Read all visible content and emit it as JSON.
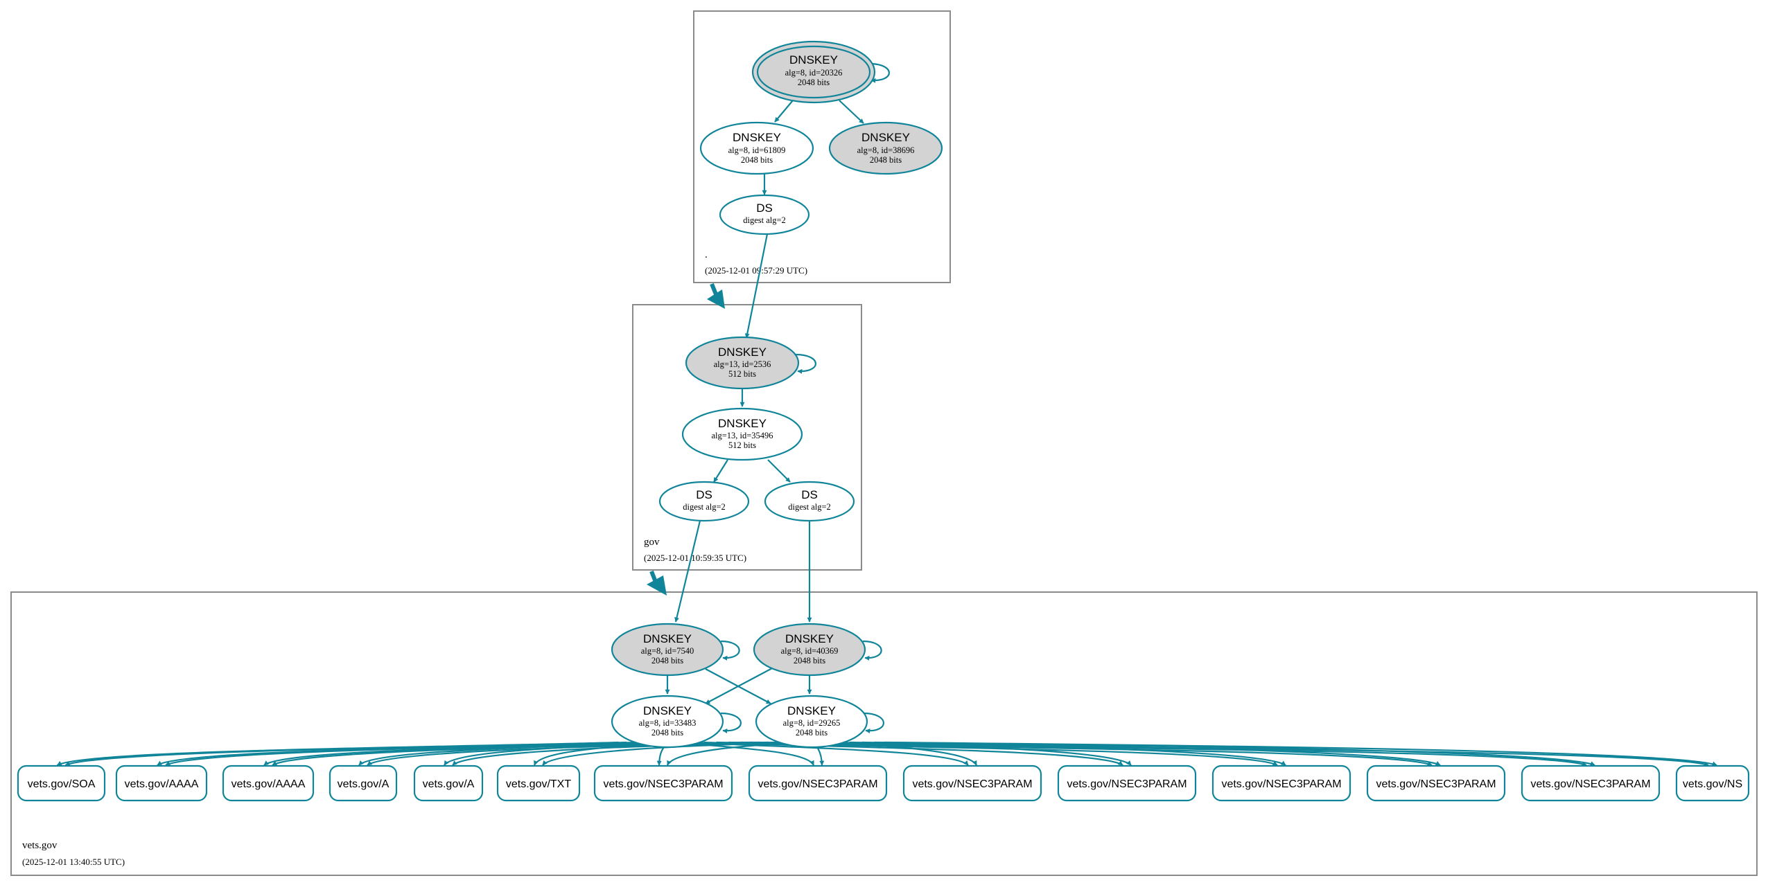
{
  "zones": {
    "root": {
      "name": ".",
      "timestamp": "(2025-12-01 09:57:29 UTC)"
    },
    "gov": {
      "name": "gov",
      "timestamp": "(2025-12-01 10:59:35 UTC)"
    },
    "vets": {
      "name": "vets.gov",
      "timestamp": "(2025-12-01 13:40:55 UTC)"
    }
  },
  "nodes": {
    "root_ksk": {
      "title": "DNSKEY",
      "line1": "alg=8, id=20326",
      "line2": "2048 bits"
    },
    "root_zsk": {
      "title": "DNSKEY",
      "line1": "alg=8, id=61809",
      "line2": "2048 bits"
    },
    "root_key2": {
      "title": "DNSKEY",
      "line1": "alg=8, id=38696",
      "line2": "2048 bits"
    },
    "root_ds": {
      "title": "DS",
      "line1": "digest alg=2"
    },
    "gov_ksk": {
      "title": "DNSKEY",
      "line1": "alg=13, id=2536",
      "line2": "512 bits"
    },
    "gov_zsk": {
      "title": "DNSKEY",
      "line1": "alg=13, id=35496",
      "line2": "512 bits"
    },
    "gov_ds1": {
      "title": "DS",
      "line1": "digest alg=2"
    },
    "gov_ds2": {
      "title": "DS",
      "line1": "digest alg=2"
    },
    "vets_ksk1": {
      "title": "DNSKEY",
      "line1": "alg=8, id=7540",
      "line2": "2048 bits"
    },
    "vets_ksk2": {
      "title": "DNSKEY",
      "line1": "alg=8, id=40369",
      "line2": "2048 bits"
    },
    "vets_zsk1": {
      "title": "DNSKEY",
      "line1": "alg=8, id=33483",
      "line2": "2048 bits"
    },
    "vets_zsk2": {
      "title": "DNSKEY",
      "line1": "alg=8, id=29265",
      "line2": "2048 bits"
    }
  },
  "rrsets": [
    "vets.gov/SOA",
    "vets.gov/AAAA",
    "vets.gov/AAAA",
    "vets.gov/A",
    "vets.gov/A",
    "vets.gov/TXT",
    "vets.gov/NSEC3PARAM",
    "vets.gov/NSEC3PARAM",
    "vets.gov/NSEC3PARAM",
    "vets.gov/NSEC3PARAM",
    "vets.gov/NSEC3PARAM",
    "vets.gov/NSEC3PARAM",
    "vets.gov/NSEC3PARAM",
    "vets.gov/NS"
  ],
  "colors": {
    "edge": "#10859a",
    "key_fill_trusted": "#d3d3d3",
    "zone_border": "#8a8a8a"
  }
}
